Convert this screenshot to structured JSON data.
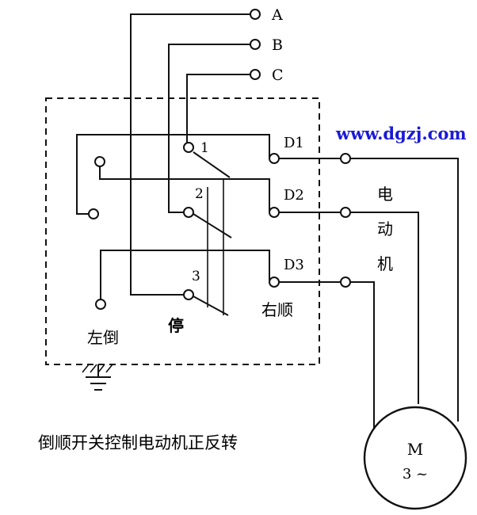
{
  "terminals": {
    "a": "A",
    "b": "B",
    "c": "C"
  },
  "contacts": {
    "d1": "D1",
    "d2": "D2",
    "d3": "D3",
    "n1": "1",
    "n2": "2",
    "n3": "3"
  },
  "positions": {
    "left_reverse": "左倒",
    "stop": "停",
    "right_forward": "右顺"
  },
  "motor": {
    "side_label": [
      "电",
      "动",
      "机"
    ],
    "symbol": "M",
    "phase": "3 ~"
  },
  "watermark": "www.dgzj.com",
  "caption": "倒顺开关控制电动机正反转",
  "colors": {
    "line": "#111111",
    "watermark": "#1a1ad6"
  }
}
